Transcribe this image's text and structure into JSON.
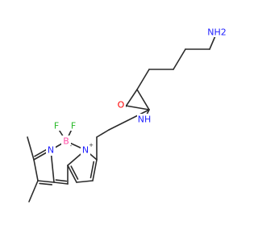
{
  "molecule": {
    "atoms": [
      {
        "id": "N_amine",
        "label": "NH2",
        "color": "#1f1fff"
      },
      {
        "id": "N_amide",
        "label": "NH",
        "color": "#1f1fff"
      },
      {
        "id": "O",
        "label": "O",
        "color": "#ff0000"
      },
      {
        "id": "F1",
        "label": "F",
        "color": "#27b927"
      },
      {
        "id": "F2",
        "label": "F",
        "color": "#27b927"
      },
      {
        "id": "B",
        "label": "B",
        "charge": "-",
        "color": "#ff4fa7"
      },
      {
        "id": "N_left",
        "label": "N",
        "color": "#1f1fff"
      },
      {
        "id": "N_right",
        "label": "N",
        "charge": "+",
        "color": "#1f1fff"
      }
    ]
  }
}
